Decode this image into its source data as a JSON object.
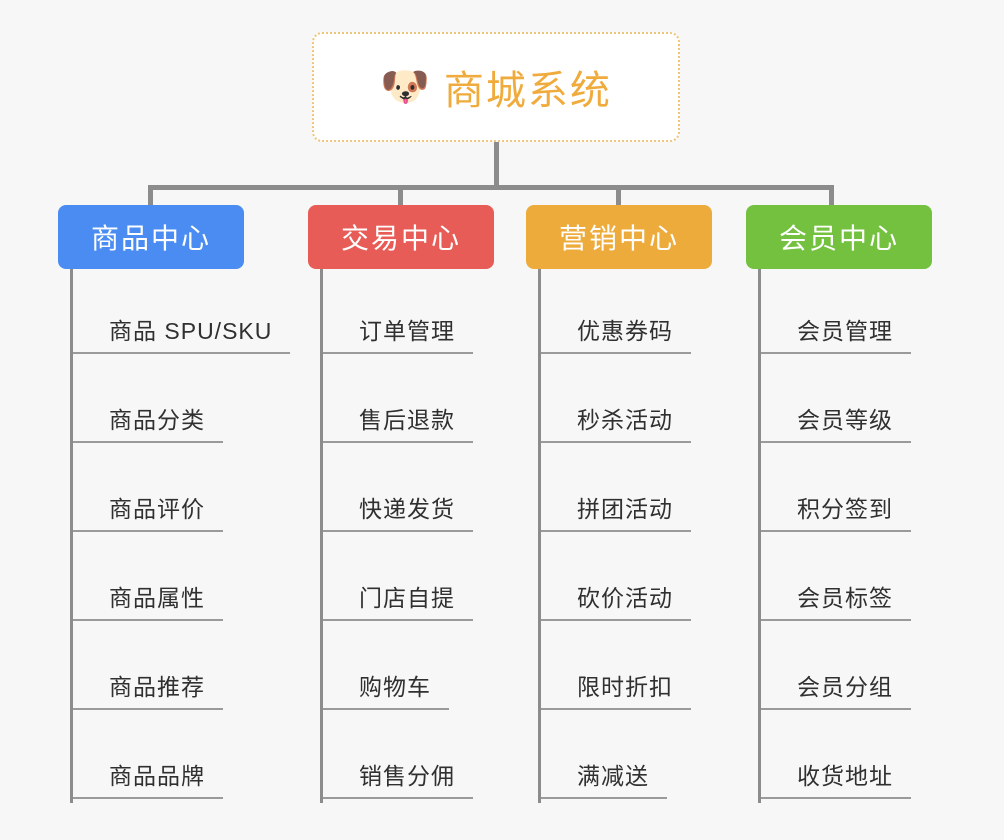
{
  "diagram": {
    "type": "organization-mindmap",
    "background_color": "#f7f7f7",
    "root": {
      "icon": "shiba-dog-face-icon",
      "icon_glyph": "🐶",
      "title": "商城系统",
      "title_color": "#f0ab3d",
      "border_color": "#f1c47a",
      "background_color": "#ffffff"
    },
    "connector_color": "#8c8c8c",
    "branches": [
      {
        "label": "商品中心",
        "color": "#4a8cf2",
        "items": [
          "商品 SPU/SKU",
          "商品分类",
          "商品评价",
          "商品属性",
          "商品推荐",
          "商品品牌"
        ]
      },
      {
        "label": "交易中心",
        "color": "#e85c57",
        "items": [
          "订单管理",
          "售后退款",
          "快递发货",
          "门店自提",
          "购物车",
          "销售分佣"
        ]
      },
      {
        "label": "营销中心",
        "color": "#edab3c",
        "items": [
          "优惠券码",
          "秒杀活动",
          "拼团活动",
          "砍价活动",
          "限时折扣",
          "满减送"
        ]
      },
      {
        "label": "会员中心",
        "color": "#73c13e",
        "items": [
          "会员管理",
          "会员等级",
          "积分签到",
          "会员标签",
          "会员分组",
          "收货地址"
        ]
      }
    ]
  }
}
